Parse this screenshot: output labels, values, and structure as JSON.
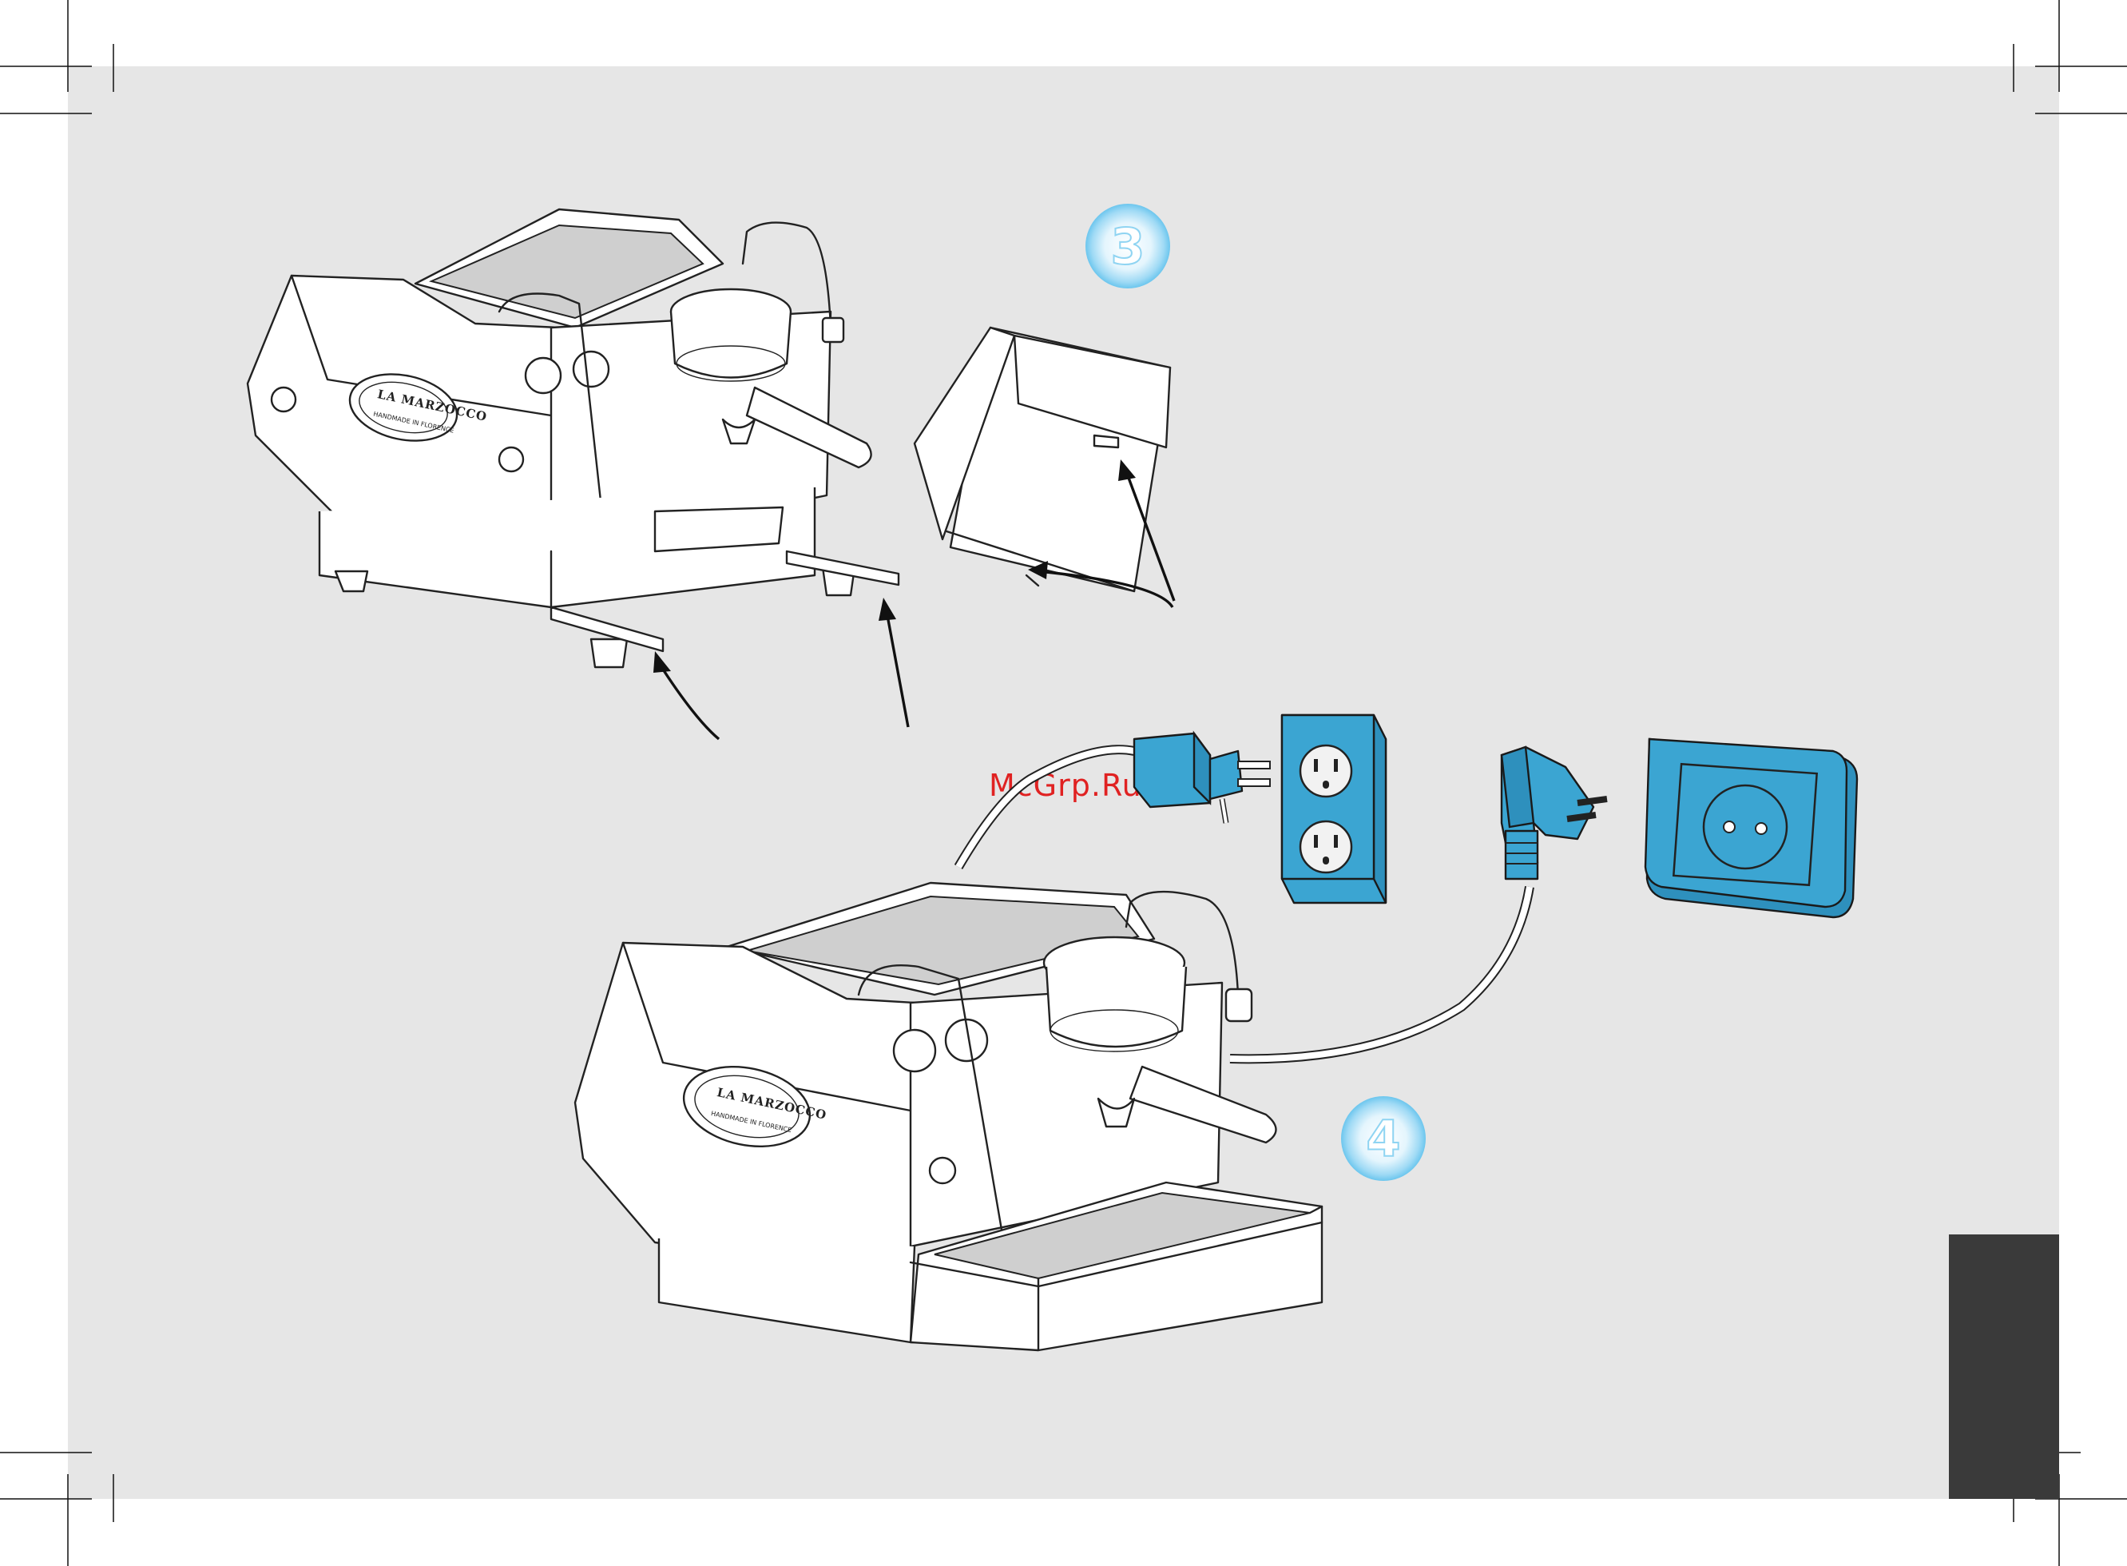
{
  "steps": {
    "step3": "3",
    "step4": "4"
  },
  "watermark": "McGrp.Ru",
  "machine_logo": {
    "brand": "LA MARZOCCO",
    "tagline": "HANDMADE IN FLORENCE"
  },
  "colors": {
    "page_background": "#e6e6e6",
    "plug_blue": "#3ba5d2",
    "badge_blue": "#8fd4f2",
    "side_tab": "#3a3a3a",
    "watermark_red": "#e02222"
  },
  "icons": [
    "espresso-machine-illustration",
    "water-reservoir-illustration",
    "us-plug-icon",
    "us-outlet-icon",
    "schuko-plug-icon",
    "schuko-outlet-icon",
    "pointer-arrow-icon"
  ]
}
